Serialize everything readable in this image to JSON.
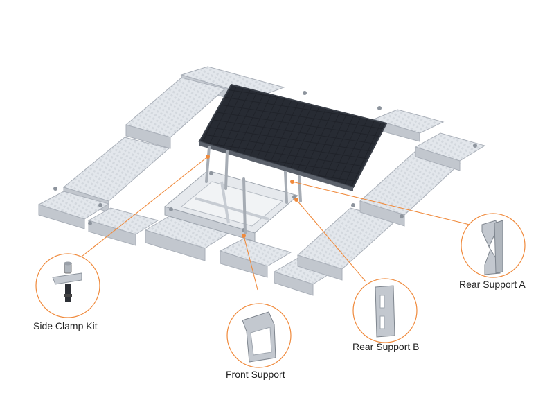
{
  "colors": {
    "accent": "#f08a3c",
    "float_fill": "#dfe3e8",
    "float_shadow": "#b9bfc7",
    "panel": "#1f2229",
    "panel_grid": "#6b7280",
    "metal": "#b8bdc4"
  },
  "callouts": {
    "side_clamp": "Side Clamp Kit",
    "front_support": "Front Support",
    "rear_support_b": "Rear Support B",
    "rear_support_a": "Rear Support A"
  }
}
